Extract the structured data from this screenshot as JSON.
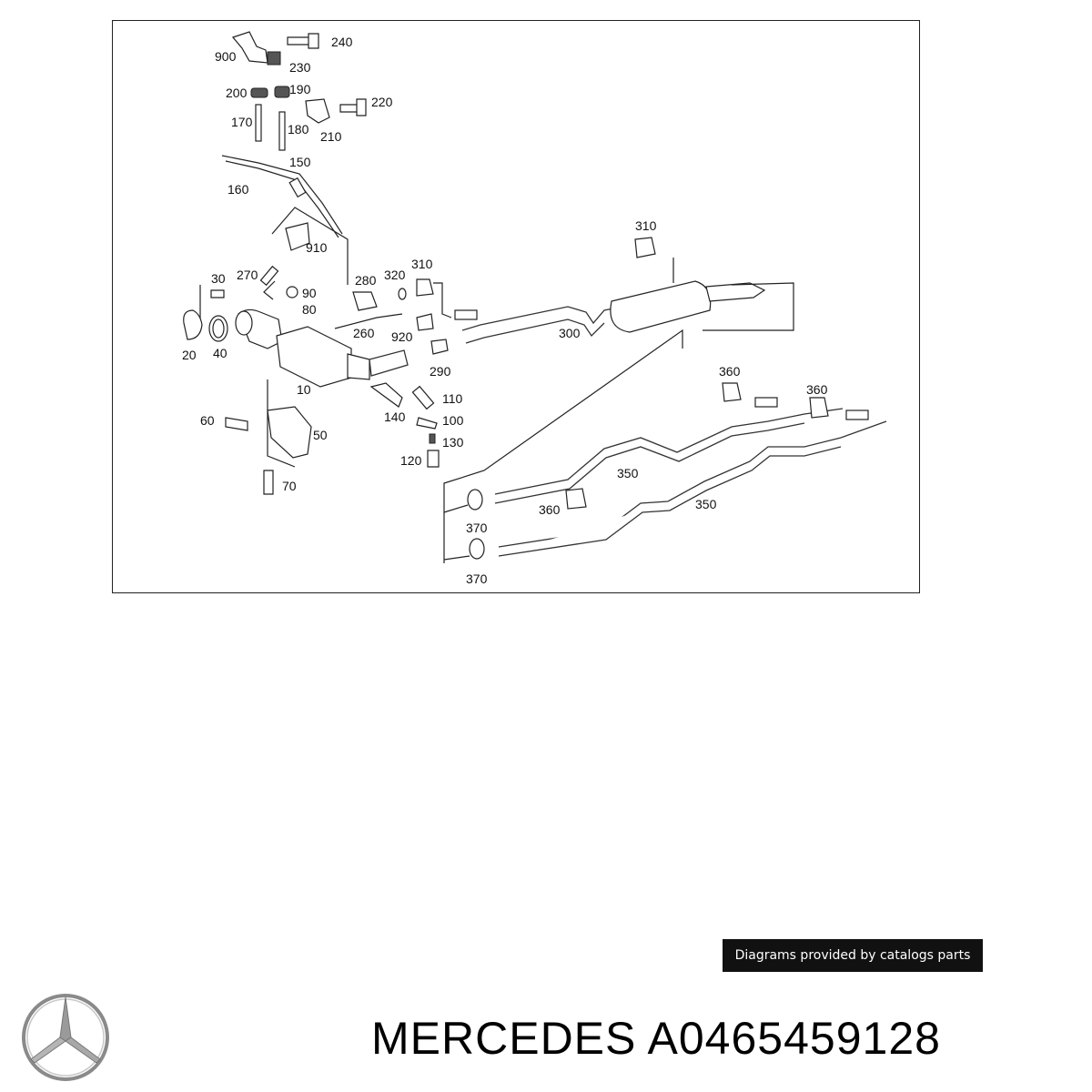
{
  "diagram": {
    "labels": [
      {
        "id": "900",
        "text": "900"
      },
      {
        "id": "240",
        "text": "240"
      },
      {
        "id": "230",
        "text": "230"
      },
      {
        "id": "200",
        "text": "200"
      },
      {
        "id": "190",
        "text": "190"
      },
      {
        "id": "220",
        "text": "220"
      },
      {
        "id": "170",
        "text": "170"
      },
      {
        "id": "180",
        "text": "180"
      },
      {
        "id": "210",
        "text": "210"
      },
      {
        "id": "150",
        "text": "150"
      },
      {
        "id": "160",
        "text": "160"
      },
      {
        "id": "910",
        "text": "910"
      },
      {
        "id": "30",
        "text": "30"
      },
      {
        "id": "270",
        "text": "270"
      },
      {
        "id": "90",
        "text": "90"
      },
      {
        "id": "80",
        "text": "80"
      },
      {
        "id": "280",
        "text": "280"
      },
      {
        "id": "320",
        "text": "320"
      },
      {
        "id": "310a",
        "text": "310"
      },
      {
        "id": "310b",
        "text": "310"
      },
      {
        "id": "260",
        "text": "260"
      },
      {
        "id": "920",
        "text": "920"
      },
      {
        "id": "300",
        "text": "300"
      },
      {
        "id": "20",
        "text": "20"
      },
      {
        "id": "40",
        "text": "40"
      },
      {
        "id": "290",
        "text": "290"
      },
      {
        "id": "10",
        "text": "10"
      },
      {
        "id": "110",
        "text": "110"
      },
      {
        "id": "140",
        "text": "140"
      },
      {
        "id": "100",
        "text": "100"
      },
      {
        "id": "60",
        "text": "60"
      },
      {
        "id": "50",
        "text": "50"
      },
      {
        "id": "130",
        "text": "130"
      },
      {
        "id": "120",
        "text": "120"
      },
      {
        "id": "70",
        "text": "70"
      },
      {
        "id": "360a",
        "text": "360"
      },
      {
        "id": "360b",
        "text": "360"
      },
      {
        "id": "360c",
        "text": "360"
      },
      {
        "id": "350a",
        "text": "350"
      },
      {
        "id": "350b",
        "text": "350"
      },
      {
        "id": "370a",
        "text": "370"
      },
      {
        "id": "370b",
        "text": "370"
      }
    ]
  },
  "attribution": "Diagrams provided by catalogs parts",
  "brand": {
    "name": "MERCEDES",
    "part_number": "A0465459128"
  }
}
